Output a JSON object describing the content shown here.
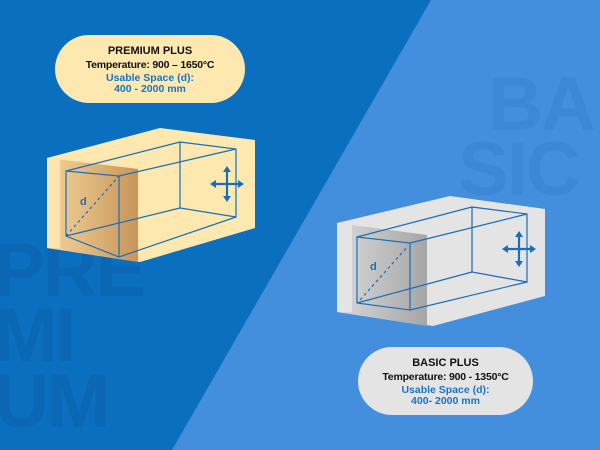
{
  "colors": {
    "premium_bg": "#0a6fbf",
    "basic_bg": "#448ede",
    "premium_fill": "#fde8b0",
    "premium_shade": "#cf9f63",
    "basic_fill": "#e4e4e4",
    "basic_shade": "#a9a9a9",
    "wire": "#1a6db8",
    "space_text": "#1a73c2"
  },
  "watermarks": {
    "premium": [
      "PRE",
      "MI",
      "UM"
    ],
    "basic": [
      "BA",
      "SIC"
    ]
  },
  "premium": {
    "title": "PREMIUM PLUS",
    "temperature": "Temperature: 900 – 1650°C",
    "space_label": "Usable Space (d):",
    "space_value": "400 - 2000 mm",
    "diagonal_label": "d",
    "move_icon": "four-way-arrow-icon"
  },
  "basic": {
    "title": "BASIC PLUS",
    "temperature": "Temperature: 900 - 1350°C",
    "space_label": "Usable Space (d):",
    "space_value": "400- 2000 mm",
    "diagonal_label": "d",
    "move_icon": "four-way-arrow-icon"
  }
}
